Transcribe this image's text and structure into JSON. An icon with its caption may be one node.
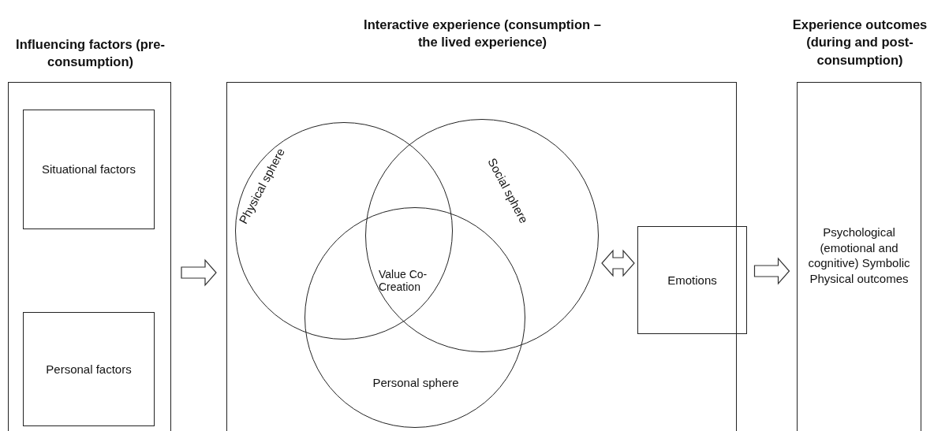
{
  "diagram": {
    "nodes": [
      {
        "text": [
          "Influencing factors (pre-consumption)"
        ]
      },
      {
        "text": [
          "Situational factors"
        ],
        "in": 0
      },
      {
        "text": [
          "Personal factors"
        ],
        "in": 0
      },
      {
        "text": [
          "Interactive experience (consumption – the lived experience)"
        ]
      },
      {
        "text": [
          "Physical sphere"
        ],
        "in": 3
      },
      {
        "text": [
          "Social sphere"
        ],
        "in": 3
      },
      {
        "text": [
          "Personal sphere"
        ],
        "in": 3
      },
      {
        "text": [
          "Emotions"
        ]
      },
      {
        "text": [
          "Experience outcomes (during and post-consumption)",
          "Psychological (emotional and cognitive) Symbolic Physical outcomes"
        ]
      }
    ],
    "edges": [
      {
        "from": 0,
        "to": 3,
        "arrow": "to"
      },
      {
        "from": 5,
        "to": 7,
        "arrow": "both"
      },
      {
        "from": 7,
        "to": 8,
        "arrow": "to"
      }
    ],
    "labels": [
      "Value Co-Creation"
    ]
  }
}
